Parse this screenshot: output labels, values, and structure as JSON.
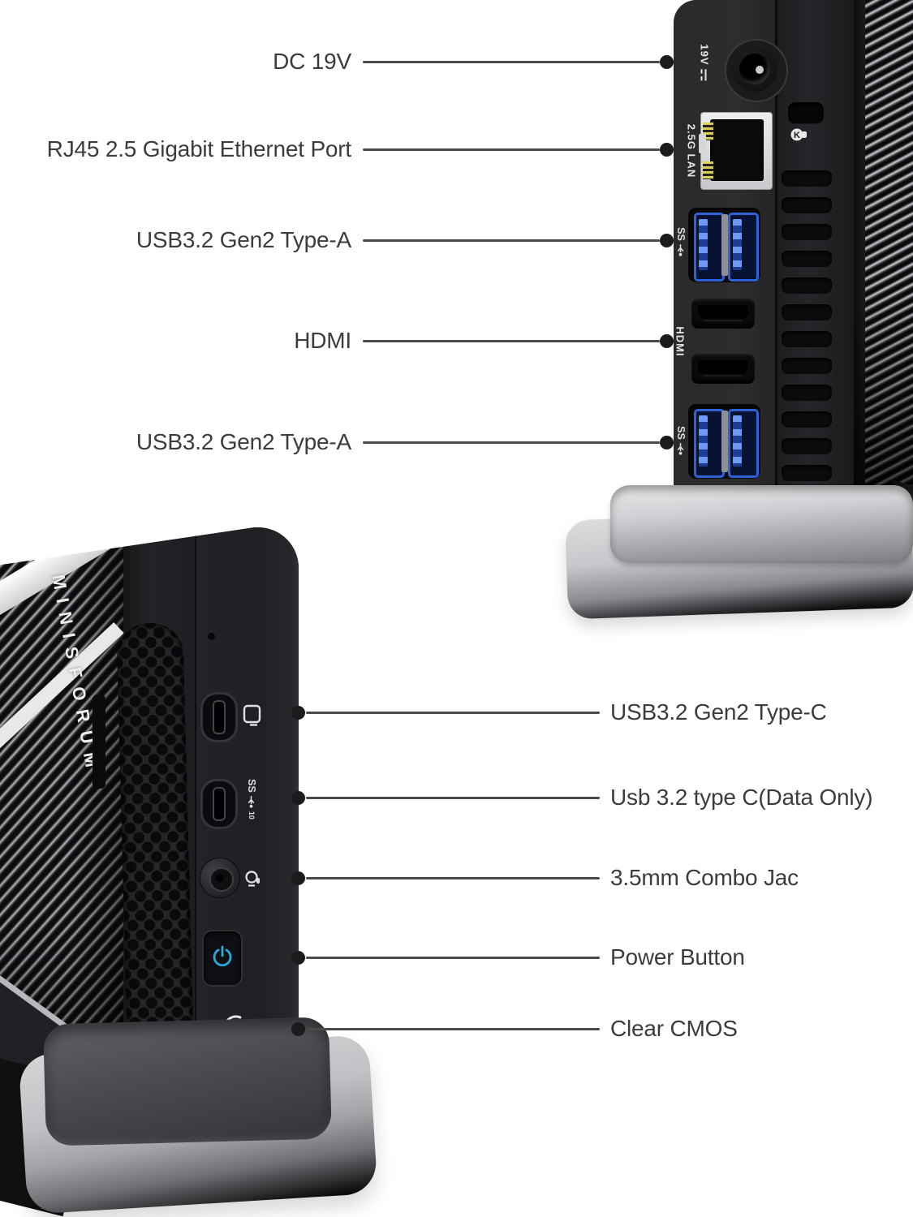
{
  "annotations": {
    "back_labels": [
      {
        "label": "DC 19V"
      },
      {
        "label": "RJ45 2.5 Gigabit Ethernet Port"
      },
      {
        "label": "USB3.2 Gen2 Type-A"
      },
      {
        "label": "HDMI"
      },
      {
        "label": "USB3.2 Gen2 Type-A"
      }
    ],
    "front_labels": [
      {
        "label": "USB3.2 Gen2 Type-C"
      },
      {
        "label": "Usb 3.2 type C(Data Only)"
      },
      {
        "label": "3.5mm Combo Jac"
      },
      {
        "label": "Power Button"
      },
      {
        "label": "Clear CMOS"
      }
    ]
  },
  "back_panel": {
    "dc_voltage_label": "19V",
    "lan_label": "2.5G LAN",
    "usb_ss_label": "SS",
    "hdmi_label": "HDMI",
    "kensington_letter": "K"
  },
  "front_panel": {
    "brand_logo": "MINISFORUM",
    "usb_ss_label": "SS",
    "usb_ss_speed": "10"
  },
  "colors": {
    "power_accent": "#2aa9dc",
    "usb_port_blue": "#2f62d6",
    "annotation_text": "#3c3c3e"
  }
}
